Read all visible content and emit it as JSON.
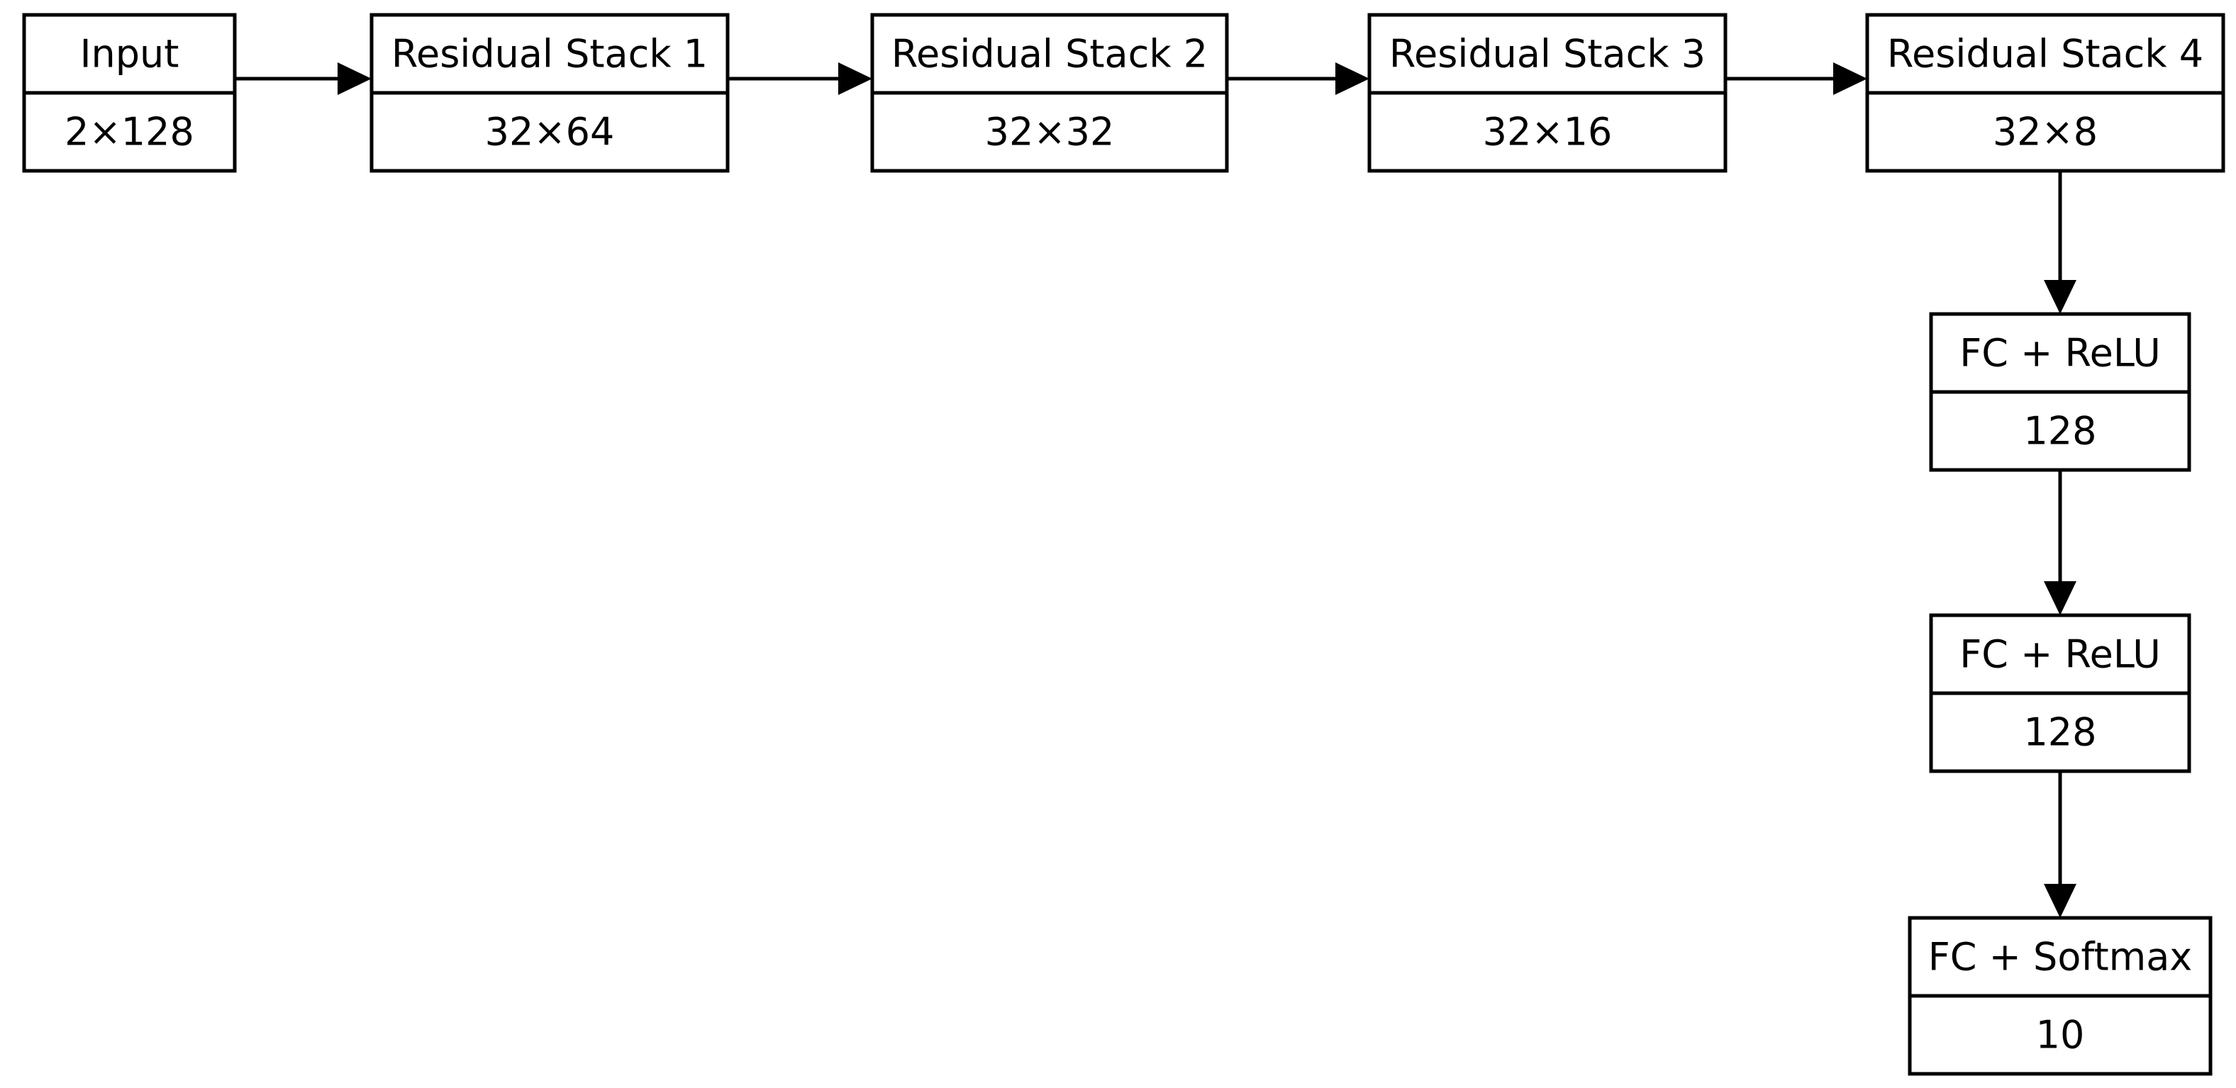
{
  "diagram": {
    "nodes": [
      {
        "id": "input",
        "title": "Input",
        "shape": "2×128"
      },
      {
        "id": "res1",
        "title": "Residual Stack 1",
        "shape": "32×64"
      },
      {
        "id": "res2",
        "title": "Residual Stack 2",
        "shape": "32×32"
      },
      {
        "id": "res3",
        "title": "Residual Stack 3",
        "shape": "32×16"
      },
      {
        "id": "res4",
        "title": "Residual Stack 4",
        "shape": "32×8"
      },
      {
        "id": "fc1",
        "title": "FC + ReLU",
        "shape": "128"
      },
      {
        "id": "fc2",
        "title": "FC + ReLU",
        "shape": "128"
      },
      {
        "id": "fc3",
        "title": "FC + Softmax",
        "shape": "10"
      }
    ],
    "edges": [
      {
        "from": "input",
        "to": "res1"
      },
      {
        "from": "res1",
        "to": "res2"
      },
      {
        "from": "res2",
        "to": "res3"
      },
      {
        "from": "res3",
        "to": "res4"
      },
      {
        "from": "res4",
        "to": "fc1"
      },
      {
        "from": "fc1",
        "to": "fc2"
      },
      {
        "from": "fc2",
        "to": "fc3"
      }
    ]
  },
  "colors": {
    "stroke": "#000000",
    "fill": "#ffffff",
    "text": "#000000"
  }
}
